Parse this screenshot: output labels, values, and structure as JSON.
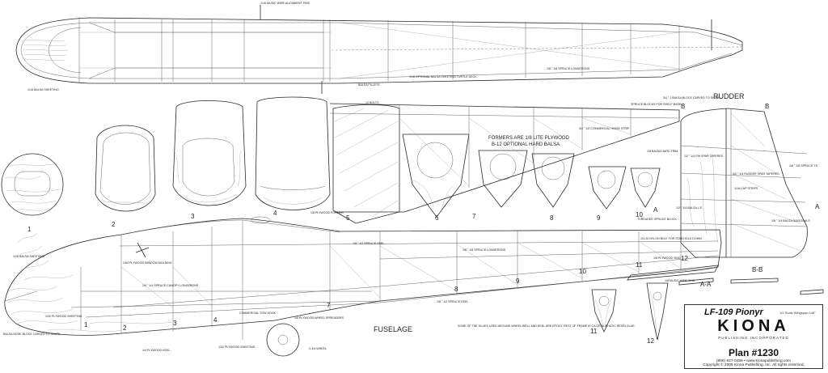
{
  "labels": {
    "music_wire_pins": "1/16 MUSIC WIRE ALIGNMENT PINS",
    "balsa_sheeting_top": "1/16 BALSA SHEETING",
    "balsa_fillets": "BALSA FILLETS",
    "optional_balsa_sheeting": "1/16 OPTIONAL BALSA SHEETING TURTLE DECK",
    "spruce_longerons": "1/8 \" 1/8 SPRUCE LONGERONS",
    "rudder": "RUDDER",
    "spruce_blocks": "SPRUCE BLOCKS FOR SHELF BASE",
    "balsa_block_carved": "3/4 \" 1 BALSA BLOCK CARVED TO SHAPE",
    "commercial_hinges": "3/4 \" 1/2 COMMERCIAL HINGE STRIP",
    "formers_note_1": "FORMERS ARE 1/8 LITE PLYWOOD",
    "formers_note_2": "B-12 OPTIONAL HARD BALSA",
    "balsa_hard_trim": "1/8 BALSA HARD TRIM",
    "fin_spar": "1/2 \" 1/4 FIN SPAR TAPERED",
    "spruce_te": "1/8 \" 1/8 SPRUCE T.E.",
    "rudder_spar": "1/2 \" 1/4 RUDDER SPAR TAPERED",
    "cap_strips": "1/16 CAP STRIPS",
    "balsa_le": "1/2 \" 1/4 BALSA L.E.",
    "balsa_diagonals": "1/8 \" 1/4 BALSA DIAGONALS",
    "plywood_former": "1/8 PLYWOOD FORMER",
    "spruce_keel": "1/8 \" 1/2 SPRUCE KEEL",
    "spruce_longerons_2": "1/8 \" 1/8 SPRUCE LONGERONS",
    "threaded_spruce_block": "THREADED SPRUCE BLOCK",
    "nylon_bolt": "1/4-20 NYLON BOLT FOR STAB HOLD DOWN",
    "plywood_skid": "1/8 PLYWOOD SKID",
    "balsa_sheeting_side": "1/16 BALSA SHEETING",
    "plywood_window": "1/64 PLYWOOD WINDOW MOLDING",
    "canopy_spruce": "1/4 \" 1/4 SPRUCE CANOPY LONGERONS",
    "plywood_sheeting": "1/32 PLYWOOD SHEETING",
    "commercial_tow_hook": "COMMERCIAL TOW HOOK",
    "wheel_spreaders": "1/8 PLYWOOD WHEEL SPREADERS",
    "spruce_keel_bottom": "1/8 \" 1/2 SPRUCE KEEL",
    "balsa_nose_block": "BALSA NOSE BLOCK CARVED TO SHAPE",
    "plywood_keel": "1/4 PLYWOOD KEEL",
    "plywood_sheeting_bottom": "1/32 PLYWOOD SHEETING",
    "wheel": "2-3/4 WHEEL",
    "fuselage": "FUSELAGE",
    "music_wire_skid": "1/8 MUSIC WIRE SKID",
    "glue_note": "SOME OF THE GLUES USED AROUND WHEEL WELL AND KEEL ARE EPOXY. REST OF FRAME IS CA OR ALIPHATIC RESIN GLUE.",
    "section_aa": "A-A",
    "section_bb": "B-B",
    "marker_a": "A",
    "marker_b": "B",
    "rib_bolts": "12 BOLTS"
  },
  "former_numbers": [
    "1",
    "2",
    "3",
    "4",
    "5",
    "6",
    "7",
    "8",
    "9",
    "10",
    "11",
    "12"
  ],
  "title_block": {
    "model": "LF-109 Pionyr",
    "scale": "1/4 Scale  Wingspan 148\"",
    "brand": "KIONA",
    "tagline": "PUBLISHING INCORPORATED",
    "plan_number": "Plan #1230",
    "contact": "(866) 627-0456 • www.kionapublishing.com",
    "copyright": "Copyright © 2005 Kiona Publishing, Inc. All rights reserved."
  }
}
